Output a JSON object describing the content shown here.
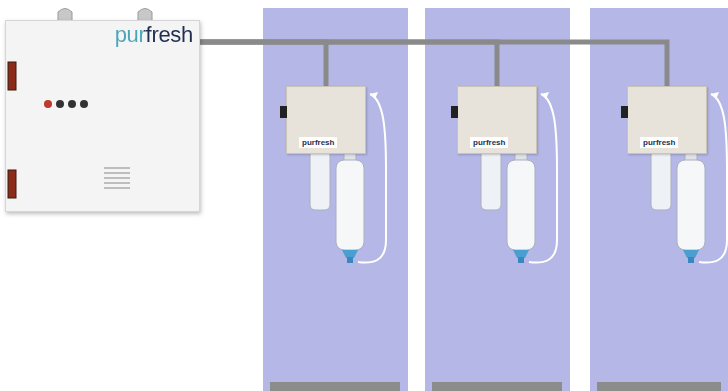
{
  "diagram": {
    "nodes": [
      {
        "text": [
          "purfresh"
        ]
      },
      {
        "text": [
          "purfresh"
        ]
      },
      {
        "text": [
          "purfresh"
        ]
      },
      {
        "text": [
          "purfresh"
        ]
      }
    ],
    "edges": [
      {
        "from": 0,
        "to": 1,
        "arrow": "none"
      },
      {
        "from": 0,
        "to": 2,
        "arrow": "none"
      },
      {
        "from": 0,
        "to": 3,
        "arrow": "none"
      }
    ]
  }
}
